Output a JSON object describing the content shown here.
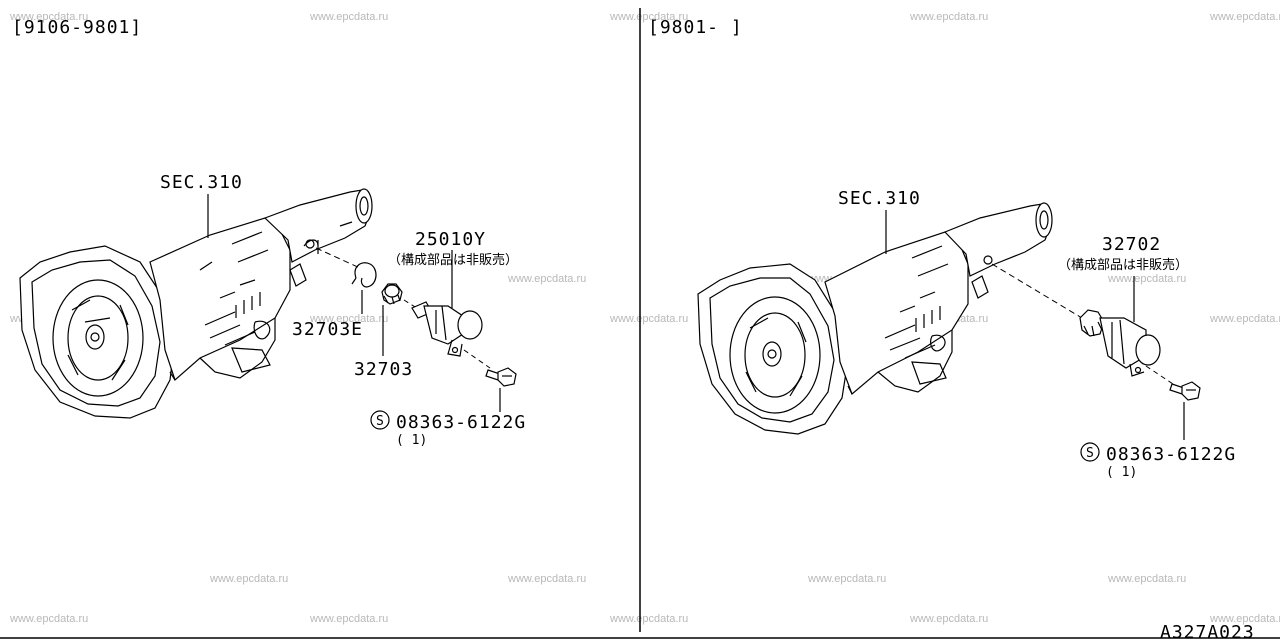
{
  "watermark": "www.epcdata.ru",
  "diagram_id": "A327A023",
  "left_panel": {
    "date_range": "[9106-9801]",
    "sec_label": "SEC.310",
    "sensor_part": "25010Y",
    "note": "（構成部品は非販売）",
    "clip_part": "32703E",
    "gear_part": "32703",
    "bolt_symbol": "S",
    "bolt_part": "08363-6122G",
    "bolt_qty": "( 1)"
  },
  "right_panel": {
    "date_range": "[9801-    ]",
    "sec_label": "SEC.310",
    "sensor_part": "32702",
    "note": "（構成部品は非販売）",
    "bolt_symbol": "S",
    "bolt_part": "08363-6122G",
    "bolt_qty": "( 1)"
  }
}
